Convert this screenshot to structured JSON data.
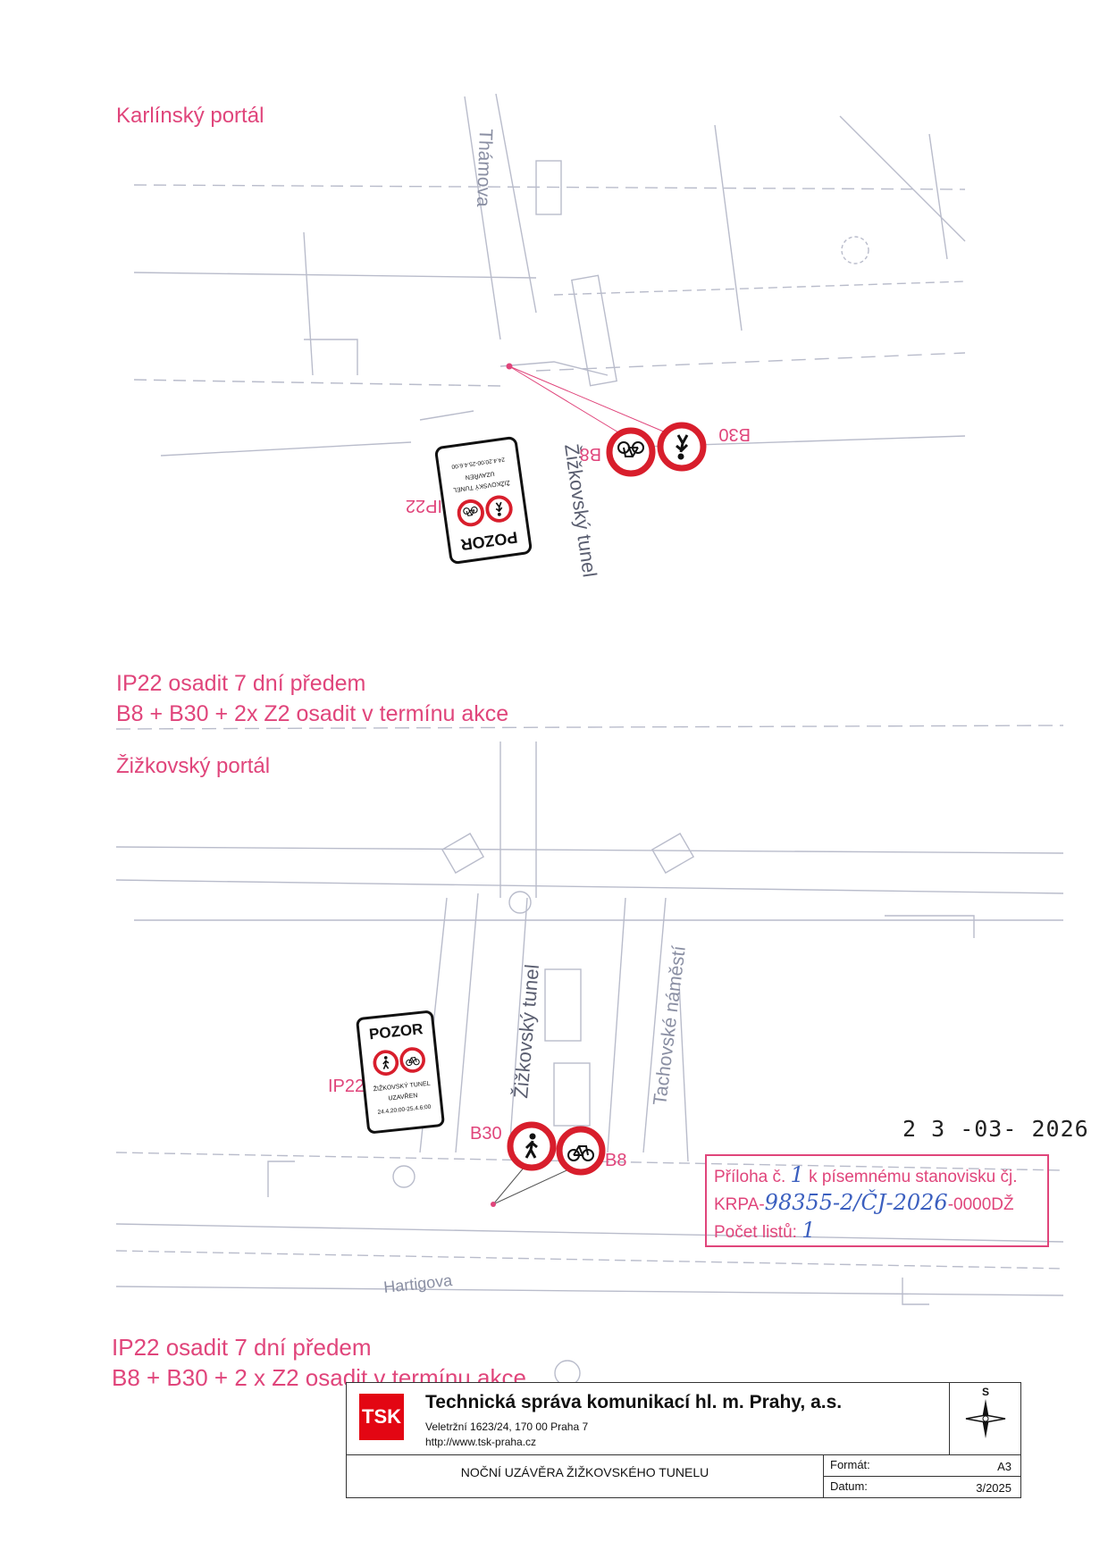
{
  "top_section": {
    "title": "Karlínský portál",
    "street_thamova": "Thámova",
    "street_tunnel": "Žižkovský tunel",
    "sign_b8_label": "B8",
    "sign_b30_label": "B30",
    "sign_ip22_label": "IP22",
    "ip22_panel": {
      "heading": "POZOR",
      "line1": "ŽIŽKOVSKÝ TUNEL",
      "line2": "UZAVŘEN",
      "line3": "24.4.20:00-25.4.6:00"
    },
    "note_line1": "IP22 osadit 7 dní předem",
    "note_line2": "B8 + B30 + 2x Z2 osadit v termínu akce"
  },
  "bottom_section": {
    "title": "Žižkovský portál",
    "street_tunnel": "Žižkovský tunel",
    "street_square": "Tachovské náměstí",
    "street_hartigova": "Hartigova",
    "sign_b8_label": "B8",
    "sign_b30_label": "B30",
    "sign_ip22_label": "IP22",
    "ip22_panel": {
      "heading": "POZOR",
      "line1": "ŽIŽKOVSKÝ TUNEL",
      "line2": "UZAVŘEN",
      "line3": "24.4.20:00-25.4.6:00"
    },
    "note_line1": "IP22 osadit 7 dní předem",
    "note_line2": "B8 + B30 + 2 x Z2 osadit v termínu akce"
  },
  "stamp": {
    "date": "2 3 -03- 2026",
    "line1_prefix": "Příloha č.",
    "line1_number": "1",
    "line1_suffix": "k písemnému stanovisku čj.",
    "line2_prefix": "KRPA-",
    "line2_number": "98355",
    "line2_mid": "-2/ČJ-202",
    "line2_digit": "6",
    "line2_suffix": "-0000DŽ",
    "line3_prefix": "Počet listů:",
    "line3_number": "1"
  },
  "title_block": {
    "logo": "TSK",
    "company": "Technická správa komunikací hl. m. Prahy, a.s.",
    "address": "Veletržní 1623/24, 170 00  Praha 7",
    "url": "http://www.tsk-praha.cz",
    "drawing_title": "NOČNÍ UZÁVĚRA ŽIŽKOVSKÉHO TUNELU",
    "format_label": "Formát:",
    "format_value": "A3",
    "date_label": "Datum:",
    "date_value": "3/2025",
    "compass_letter": "S"
  },
  "colors": {
    "annotation_pink": "#e0457b",
    "sign_red": "#d81e2c",
    "plan_grey": "#b9bccb",
    "tsk_red": "#e30613",
    "handwriting_blue": "#3b5fbf"
  }
}
